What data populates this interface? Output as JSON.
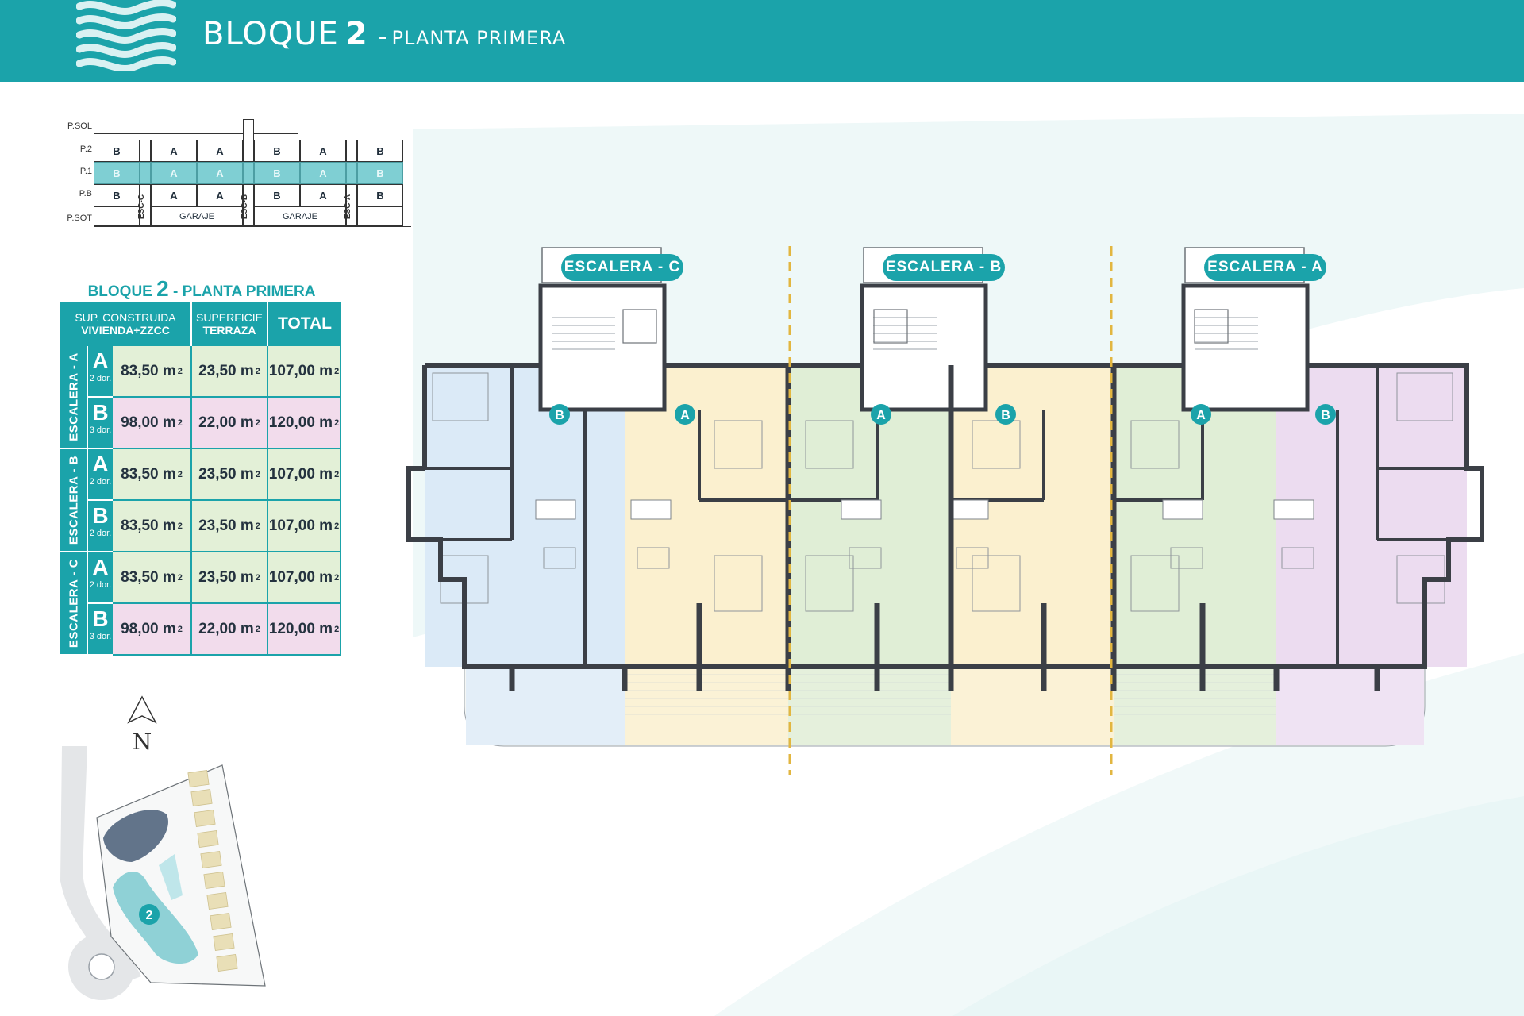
{
  "header": {
    "title_main": "BLOQUE",
    "title_number": "2",
    "separator": "-",
    "subtitle": "PLANTA PRIMERA"
  },
  "schematic": {
    "floor_labels": [
      "P.SOL",
      "P.2",
      "P.1",
      "P.B",
      "P.SOT"
    ],
    "row_p2": [
      "B",
      "A",
      "A",
      "B",
      "A",
      "B"
    ],
    "row_p1": [
      "B",
      "A",
      "A",
      "B",
      "A",
      "B"
    ],
    "row_pb": [
      "B",
      "A",
      "A",
      "B",
      "A",
      "B"
    ],
    "stair_labels": [
      "ESC-C",
      "ESC-B",
      "ESC-A"
    ],
    "garage_labels": [
      "GARAJE",
      "GARAJE"
    ]
  },
  "table": {
    "title_prefix": "BLOQUE",
    "title_number": "2",
    "title_suffix": "- PLANTA PRIMERA",
    "headers": {
      "built_line1": "SUP. CONSTRUIDA",
      "built_line2": "VIVIENDA+ZZCC",
      "terrace_line1": "SUPERFICIE",
      "terrace_line2": "TERRAZA",
      "total": "TOTAL"
    },
    "unit_sup": "2",
    "groups": [
      {
        "escalera": "ESCALERA - A",
        "rows": [
          {
            "type": "A",
            "dorms": "2 dor.",
            "built": "83,50 m",
            "terrace": "23,50 m",
            "total": "107,00 m"
          },
          {
            "type": "B",
            "dorms": "3 dor.",
            "built": "98,00 m",
            "terrace": "22,00 m",
            "total": "120,00 m"
          }
        ]
      },
      {
        "escalera": "ESCALERA - B",
        "rows": [
          {
            "type": "A",
            "dorms": "2 dor.",
            "built": "83,50 m",
            "terrace": "23,50 m",
            "total": "107,00 m"
          },
          {
            "type": "B",
            "dorms": "2 dor.",
            "built": "83,50 m",
            "terrace": "23,50 m",
            "total": "107,00 m"
          }
        ]
      },
      {
        "escalera": "ESCALERA - C",
        "rows": [
          {
            "type": "A",
            "dorms": "2 dor.",
            "built": "83,50 m",
            "terrace": "23,50 m",
            "total": "107,00 m"
          },
          {
            "type": "B",
            "dorms": "3 dor.",
            "built": "98,00 m",
            "terrace": "22,00 m",
            "total": "120,00 m"
          }
        ]
      }
    ]
  },
  "north_label": "N",
  "siteplan_block_number": "2",
  "plan": {
    "stairs": [
      "ESCALERA - C",
      "ESCALERA - B",
      "ESCALERA - A"
    ],
    "unit_markers": [
      "B",
      "A",
      "A",
      "B",
      "A",
      "B"
    ]
  },
  "colors": {
    "brand": "#1ba3aa",
    "unit_blue": "#dbeaf7",
    "unit_yellow": "#fbf0cf",
    "unit_green": "#e0eed6",
    "unit_purple": "#ecdcf0",
    "unit_pink": "#f2d9ea",
    "table_green": "#e3f0d7",
    "table_pink": "#f2dcec",
    "wall": "#3b3f46",
    "divider": "#e2b640"
  }
}
